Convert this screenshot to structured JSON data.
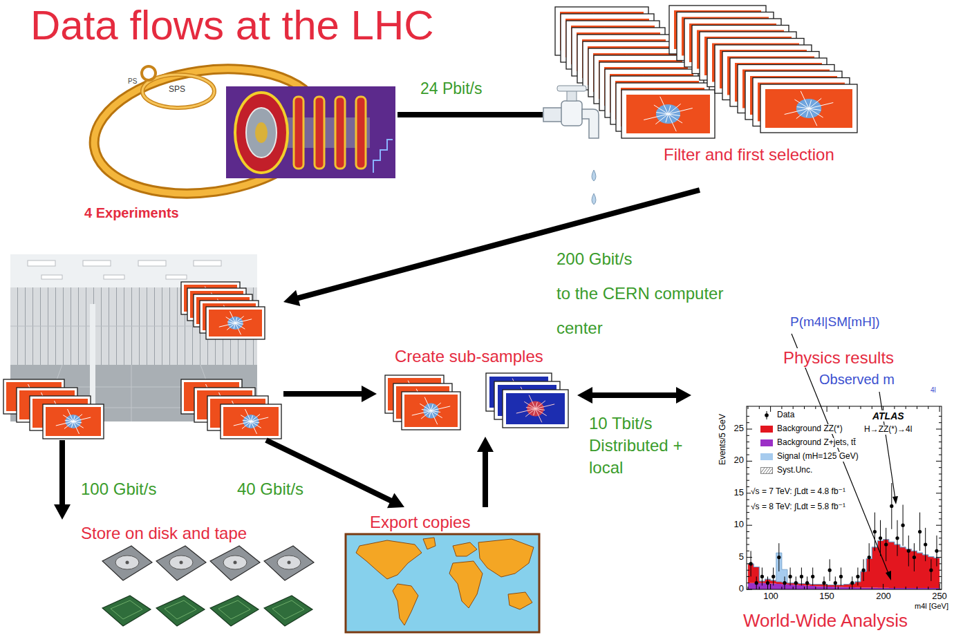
{
  "diagram": {
    "title": "Data flows at the LHC",
    "nodes": [
      {
        "text": [
          "4 Experiments"
        ]
      },
      {
        "text": [
          "Filter and first selection"
        ]
      },
      {
        "text": []
      },
      {
        "text": [
          "Create sub-samples"
        ]
      },
      {
        "text": [
          "Physics results",
          "World-Wide Analysis"
        ]
      },
      {
        "text": [
          "Store on disk and tape"
        ]
      },
      {
        "text": [
          "Export copies"
        ]
      }
    ],
    "edges": [
      {
        "from": 0,
        "to": 1,
        "label": "24 Pbit/s",
        "arrow": "none"
      },
      {
        "from": 1,
        "to": 2,
        "label": "200 Gbit/s",
        "arrow": "to"
      },
      {
        "from": 2,
        "to": 5,
        "label": "100 Gbit/s",
        "arrow": "to"
      },
      {
        "from": 2,
        "to": 6,
        "label": "40 Gbit/s",
        "arrow": "to"
      },
      {
        "from": 2,
        "to": 3,
        "arrow": "to"
      },
      {
        "from": 6,
        "to": 3,
        "arrow": "to"
      },
      {
        "from": 3,
        "to": 4,
        "label": "10 Tbit/s Distributed + local",
        "arrow": "both"
      }
    ],
    "labels": [
      "PS",
      "SPS",
      "to the CERN computer center",
      "P(m4l|SM[mH])",
      "Observed m",
      "4l",
      "Events/5 GeV",
      "25",
      "20",
      "15",
      "10",
      "5",
      "0",
      "100",
      "150",
      "200",
      "250",
      "m4l [GeV]",
      "ATLAS",
      "H→ZZ(*)→4l",
      "√s = 7 TeV: ∫Ldt = 4.8 fb⁻¹",
      "√s = 8 TeV: ∫Ldt = 5.8 fb⁻¹"
    ],
    "legend": [
      {
        "text": "Data"
      },
      {
        "text": "Background ZZ(*)",
        "color": "#e3161f"
      },
      {
        "text": "Background Z+jets, tt̄",
        "color": "#9b30c6"
      },
      {
        "text": "Signal (mH=125 GeV)",
        "color": "#a6cbee"
      },
      {
        "text": "Syst.Unc."
      }
    ]
  }
}
